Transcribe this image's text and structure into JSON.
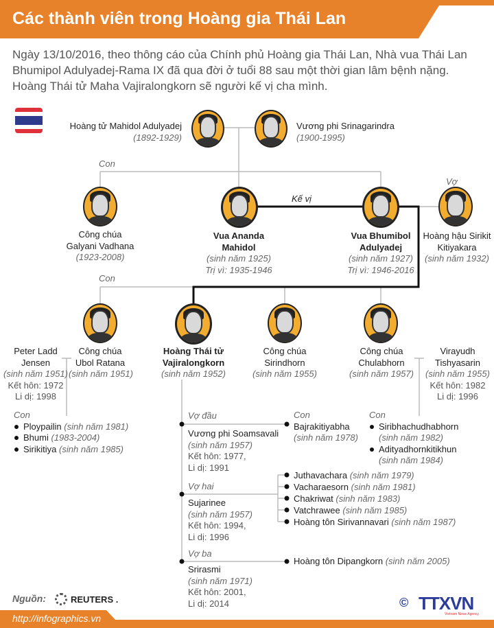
{
  "title": "Các thành viên trong Hoàng gia Thái Lan",
  "intro": [
    "Ngày 13/10/2016, theo thông cáo của Chính phủ Hoàng gia Thái Lan, Nhà vua Thái Lan",
    "Bhumipol Adulyadej-Rama IX đã qua đời ở tuổi 88 sau một thời gian lâm bệnh nặng.",
    "Hoàng Thái tử Maha Vajiralongkorn sẽ người kế vị cha mình."
  ],
  "colors": {
    "header": "#e8822a",
    "photo_ring": "#f2ac2f",
    "succession_line": "#111111",
    "tree_line": "#bbbbbb"
  },
  "gen1": {
    "mahidol": {
      "name": "Hoàng tử Mahidol Adulyadej",
      "dates": "(1892-1929)"
    },
    "srinagarindra": {
      "name": "Vương phi Srinagarindra",
      "dates": "(1900-1995)"
    }
  },
  "labels": {
    "con": "Con",
    "ke_vi": "Kế vị",
    "vo": "Vợ",
    "vo_dau": "Vợ đầu",
    "vo_hai": "Vợ hai",
    "vo_ba": "Vợ ba"
  },
  "gen2": {
    "galyani": {
      "l1": "Công chúa",
      "l2": "Galyani Vadhana",
      "dates": "(1923-2008)"
    },
    "ananda": {
      "l1": "Vua Ananda",
      "l2": "Mahidol",
      "born": "(sinh năm 1925)",
      "reign": "Trị vì: 1935-1946"
    },
    "bhumibol": {
      "l1": "Vua Bhumibol",
      "l2": "Adulyadej",
      "born": "(sinh năm 1927)",
      "reign": "Trị vì: 1946-2016"
    },
    "sirikit": {
      "l1": "Hoàng hậu Sirikit",
      "l2": "Kitiyakara",
      "born": "(sinh năm 1932)"
    }
  },
  "gen3": {
    "peter": {
      "l1": "Peter Ladd",
      "l2": "Jensen",
      "born": "(sinh năm 1951)",
      "married": "Kết hôn: 1972",
      "divorced": "Li dị: 1998"
    },
    "ubol": {
      "l1": "Công chúa",
      "l2": "Ubol Ratana",
      "born": "(sinh năm 1951)"
    },
    "vajiralongkorn": {
      "l1": "Hoàng Thái tử",
      "l2": "Vajiralongkorn",
      "born": "(sinh năm 1952)"
    },
    "sirindhorn": {
      "l1": "Công chúa",
      "l2": "Sirindhorn",
      "born": "(sinh năm 1955)"
    },
    "chulabhorn": {
      "l1": "Công chúa",
      "l2": "Chulabhorn",
      "born": "(sinh năm 1957)"
    },
    "virayudh": {
      "l1": "Virayudh",
      "l2": "Tishyasarin",
      "born": "(sinh năm 1955)",
      "married": "Kết hôn: 1982",
      "divorced": "Li dị: 1996"
    }
  },
  "ubol_children": [
    {
      "name": "Ploypailin",
      "dates": "(sinh năm 1981)"
    },
    {
      "name": "Bhumi",
      "dates": "(1983-2004)"
    },
    {
      "name": "Sirikitiya",
      "dates": "(sinh năm 1985)"
    }
  ],
  "chulabhorn_children": [
    {
      "name": "Siribhachudhabhorn",
      "dates": "(sinh năm 1982)"
    },
    {
      "name": "Adityadhornkitikhun",
      "dates": "(sinh năm 1984)"
    }
  ],
  "wives": [
    {
      "name": "Vương phi Soamsavali",
      "born": "(sinh năm 1957)",
      "married": "Kết hôn: 1977,",
      "divorced": "Li dị: 1991"
    },
    {
      "name": "Sujarinee",
      "born": "(sinh năm 1957)",
      "married": "Kết hôn: 1994,",
      "divorced": "Li dị: 1996"
    },
    {
      "name": "Srirasmi",
      "born": "(sinh năm 1971)",
      "married": "Kết hôn: 2001,",
      "divorced": "Li dị: 2014"
    }
  ],
  "wife1_children": [
    {
      "name": "Bajrakitiyabha",
      "dates": "(sinh năm 1978)"
    }
  ],
  "wife2_children": [
    {
      "name": "Juthavachara",
      "dates": "(sinh năm 1979)"
    },
    {
      "name": "Vacharaesorn",
      "dates": "(sinh năm 1981)"
    },
    {
      "name": "Chakriwat",
      "dates": "(sinh năm 1983)"
    },
    {
      "name": "Vatchrawee",
      "dates": "(sinh năm 1985)"
    },
    {
      "name": "Hoàng tôn Sirivannavari",
      "dates": "(sinh năm 1987)"
    }
  ],
  "wife3_children": [
    {
      "name": "Hoàng tôn Dipangkorn",
      "dates": "(sinh năm 2005)"
    }
  ],
  "footer": {
    "source_label": "Nguồn:",
    "source": "REUTERS .",
    "url": "http://infographics.vn",
    "logo": "TTXVN",
    "logo_sub": "Vietnam News Agency",
    "copyright": "©"
  }
}
